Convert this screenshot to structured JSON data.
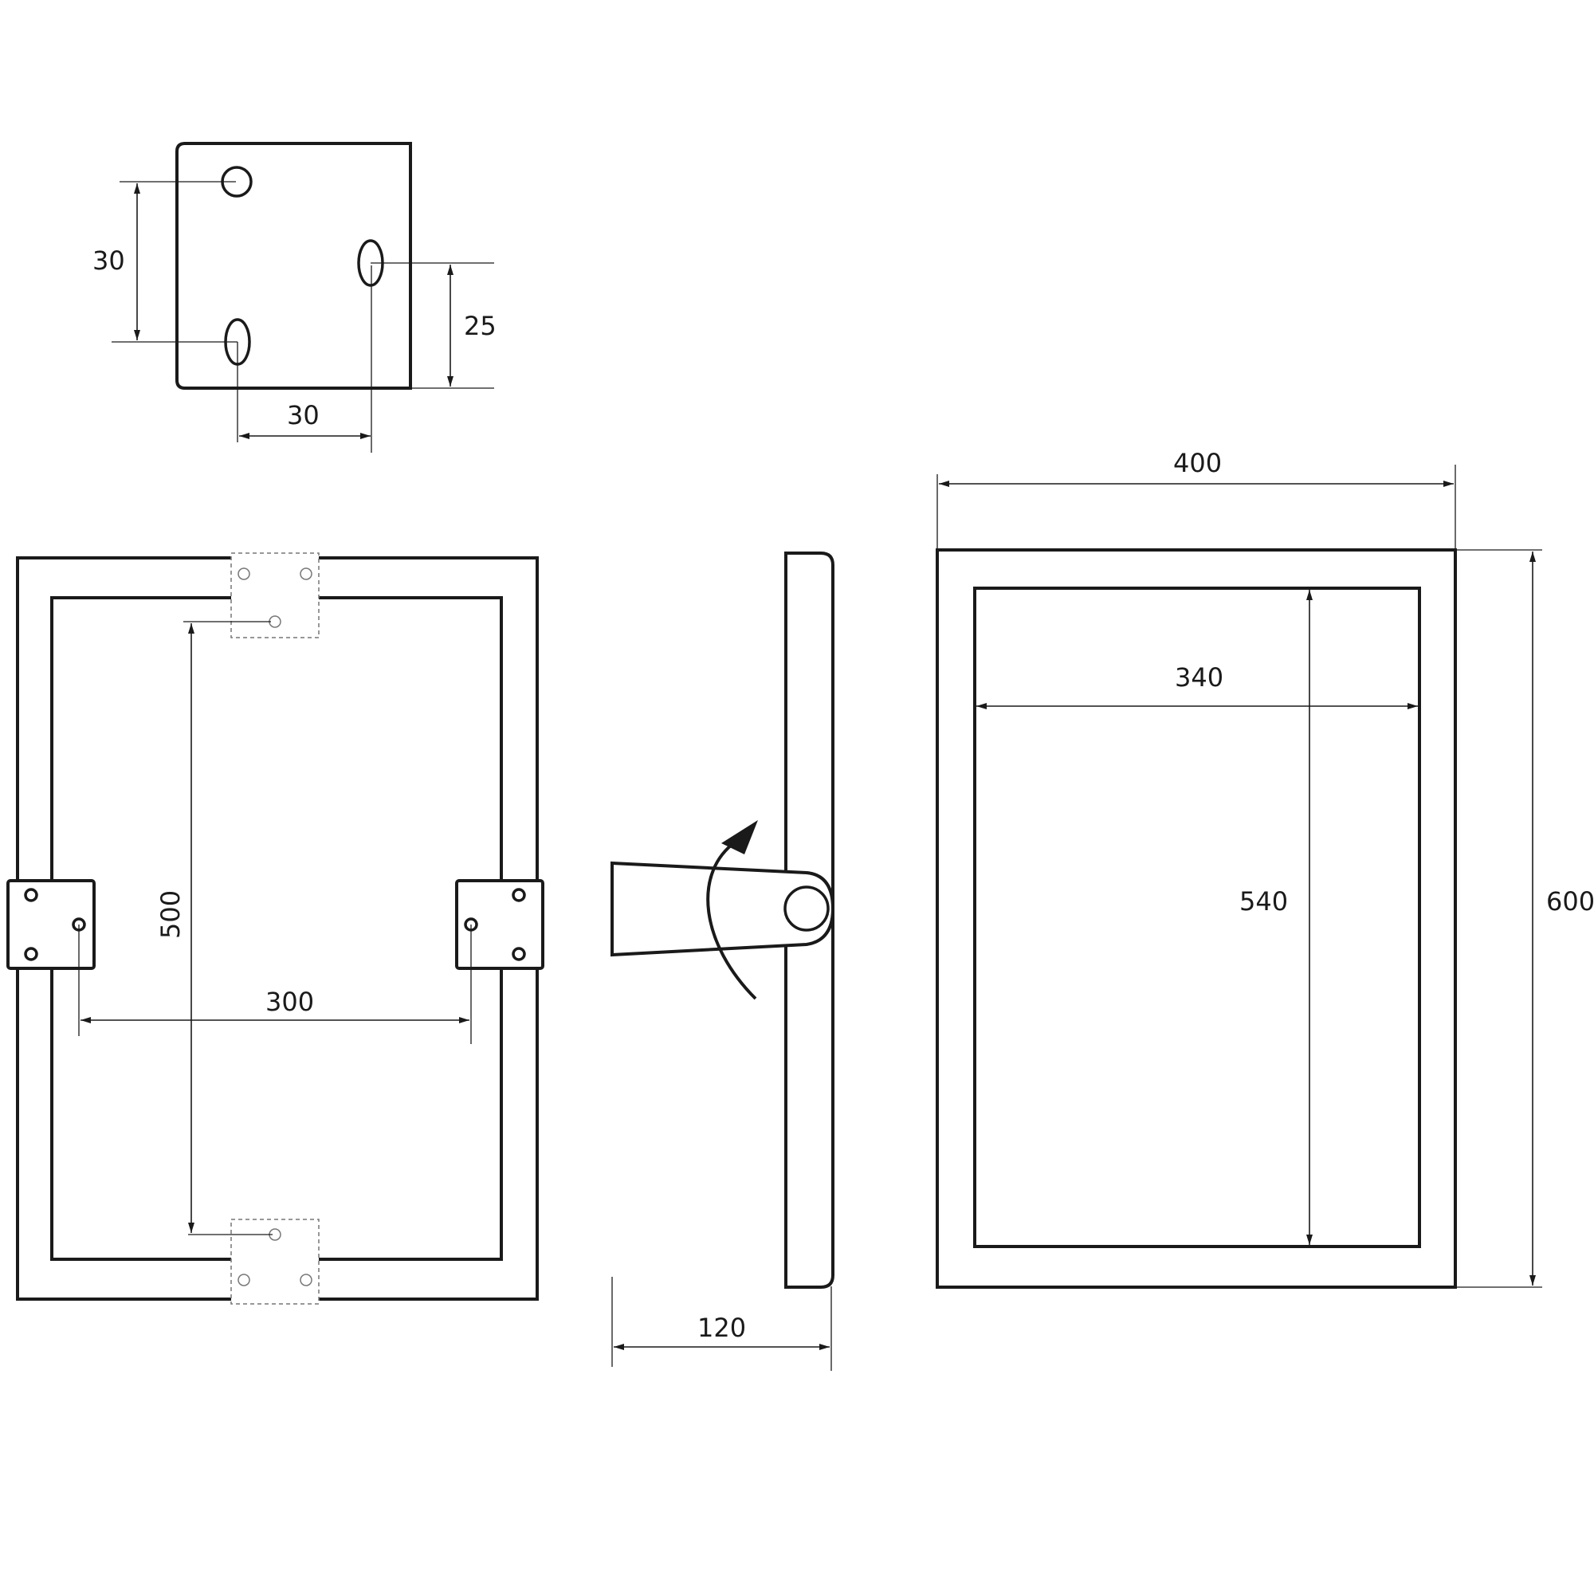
{
  "dimensions": {
    "plate_hole_vertical": "30",
    "plate_slot_offset": "25",
    "plate_hole_horizontal": "30",
    "rear_bracket_vertical": "500",
    "rear_bracket_horizontal": "300",
    "side_depth": "120",
    "front_outer_width": "400",
    "front_inner_width": "340",
    "front_inner_height": "540",
    "front_outer_height": "600"
  },
  "colors": {
    "line": "#1a1a1a",
    "hidden_line": "#777777",
    "background": "#ffffff"
  },
  "icons": {
    "rotation_arrow": "curved-rotation-arrow-icon"
  }
}
